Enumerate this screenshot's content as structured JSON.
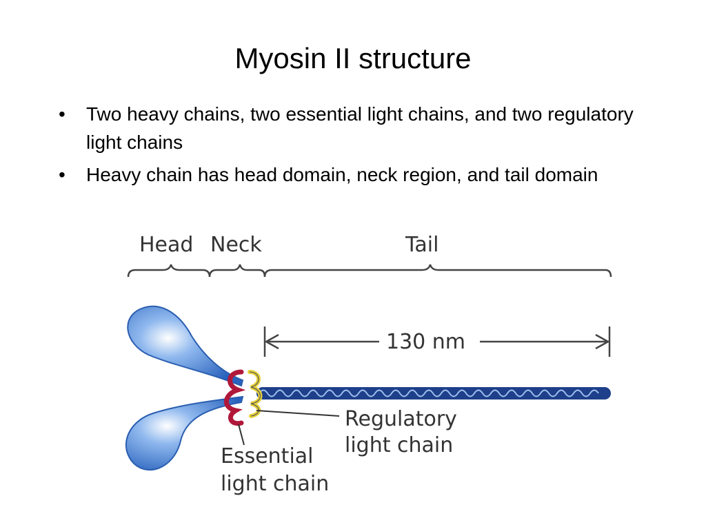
{
  "title": "Myosin II structure",
  "bullets": [
    {
      "text": "Two heavy chains, two essential light chains, and two regulatory light chains"
    },
    {
      "text": "Heavy chain has head domain, neck region, and tail domain"
    }
  ],
  "bullet_glyph": "•",
  "diagram": {
    "labels": {
      "head": "Head",
      "neck": "Neck",
      "tail": "Tail",
      "length": "130 nm",
      "regulatory_line1": "Regulatory",
      "regulatory_line2": "light chain",
      "essential_line1": "Essential",
      "essential_line2": "light chain"
    },
    "colors": {
      "head_blue": "#3f7fd6",
      "tail_navy": "#1e3f8a",
      "essential_red": "#b0183a",
      "regulatory_yellow": "#e6d23a",
      "label_gray": "#333333"
    }
  }
}
